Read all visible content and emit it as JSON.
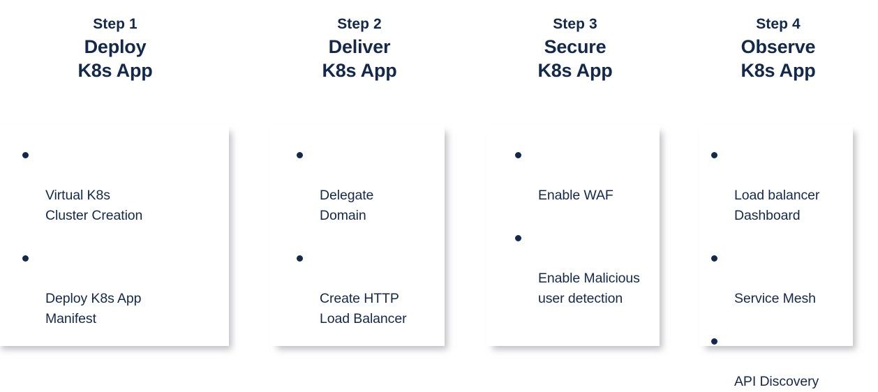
{
  "theme": {
    "text_navy": "#13294b",
    "card_background": "#ffffff",
    "page_background": "#ffffff",
    "bullet_color": "#13294b"
  },
  "steps": [
    {
      "step_label": "Step 1",
      "title": "Deploy\nK8s App",
      "bullets": [
        "Virtual K8s\nCluster Creation",
        "Deploy K8s App\nManifest"
      ]
    },
    {
      "step_label": "Step 2",
      "title": "Deliver\nK8s App",
      "bullets": [
        "Delegate\nDomain",
        "Create HTTP\nLoad Balancer"
      ]
    },
    {
      "step_label": "Step 3",
      "title": "Secure\nK8s App",
      "bullets": [
        "Enable WAF",
        "Enable Malicious\nuser detection"
      ]
    },
    {
      "step_label": "Step 4",
      "title": "Observe\nK8s App",
      "bullets": [
        "Load balancer\nDashboard",
        "Service Mesh",
        "API Discovery"
      ]
    }
  ]
}
